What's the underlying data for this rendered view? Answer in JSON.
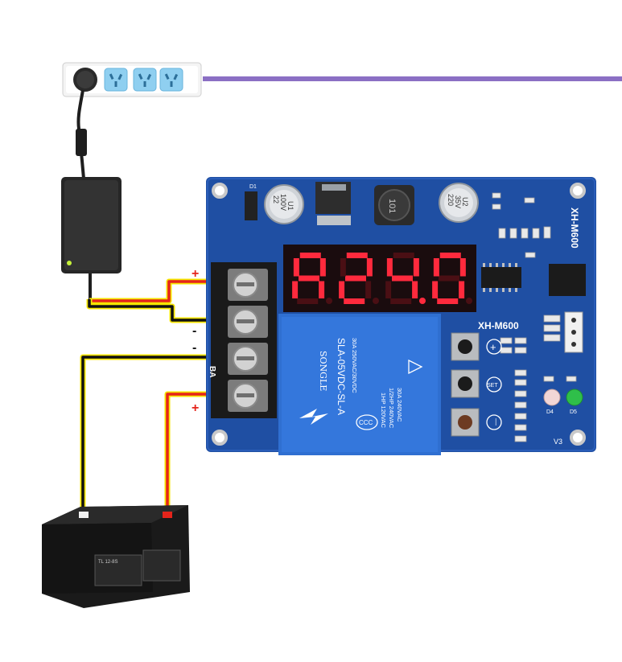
{
  "colors": {
    "board": "#1f4fa3",
    "board_dark": "#163d82",
    "led_on": "#ff2a3d",
    "led_off": "#4a0f14",
    "wire_red": "#e5241b",
    "wire_yellow": "#f5e400",
    "wire_black": "#111111",
    "bar_purple": "#8b6fc4",
    "relay": "#2f6fd1",
    "socket_blue": "#8fcff0"
  },
  "icons": {
    "power_strip": "power-strip-icon",
    "adapter": "power-adapter-icon",
    "battery": "battery-icon"
  },
  "display": {
    "digits": "A24.0"
  },
  "terminal": {
    "plus_top": "+",
    "minus_top": "-",
    "minus_bottom": "-",
    "plus_bottom": "+",
    "side_label_ba": "BA"
  },
  "board": {
    "model_side": "XH-M600",
    "model_under_display": "XH-M600",
    "version": "V3",
    "button_labels": [
      "+",
      "SET",
      "—"
    ],
    "led_labels": [
      "D4",
      "D5"
    ]
  },
  "components": {
    "cap_left": [
      "22",
      "100V",
      "U1"
    ],
    "cap_right": [
      "220",
      "35V",
      "U2"
    ],
    "inductor": "101",
    "diode_label": "D1"
  },
  "relay": {
    "brand": "SONGLE",
    "model": "SLA-05VDC-SL-A",
    "ratings": [
      "30A  250VAC/30VDC",
      "1HP 120VAC",
      "1/2HP 240VAC",
      "30A 240VAC"
    ],
    "ccc": "CCC"
  },
  "battery": {
    "label_model": "TL 12-8S"
  }
}
